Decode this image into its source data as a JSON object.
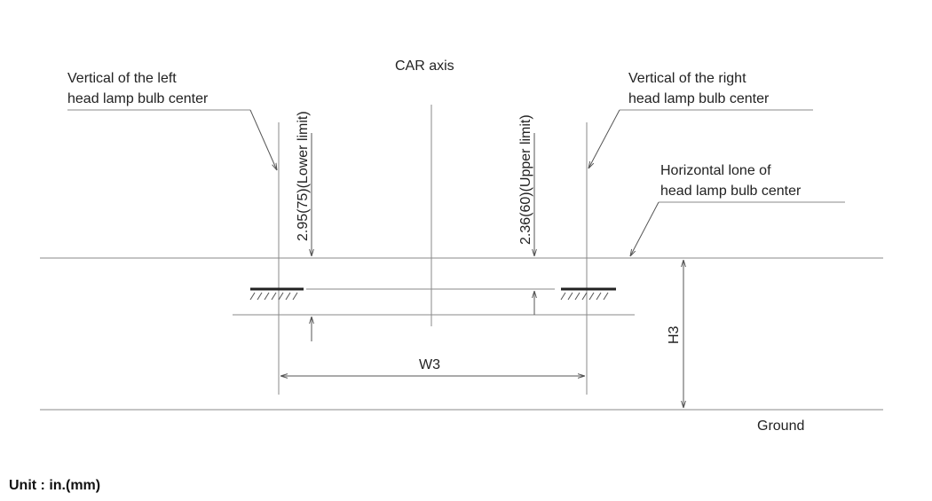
{
  "diagram": {
    "car_axis": "CAR axis",
    "left_vertical_line1": "Vertical of the left",
    "left_vertical_line2": "head lamp bulb center",
    "right_vertical_line1": "Vertical of the right",
    "right_vertical_line2": "head lamp bulb center",
    "horizontal_line1": "Horizontal lone of",
    "horizontal_line2": "head lamp bulb center",
    "lower_limit": "2.95(75)(Lower limit)",
    "upper_limit": "2.36(60)(Upper limit)",
    "width_label": "W3",
    "height_label": "H3",
    "ground": "Ground",
    "unit": "Unit : in.(mm)"
  }
}
